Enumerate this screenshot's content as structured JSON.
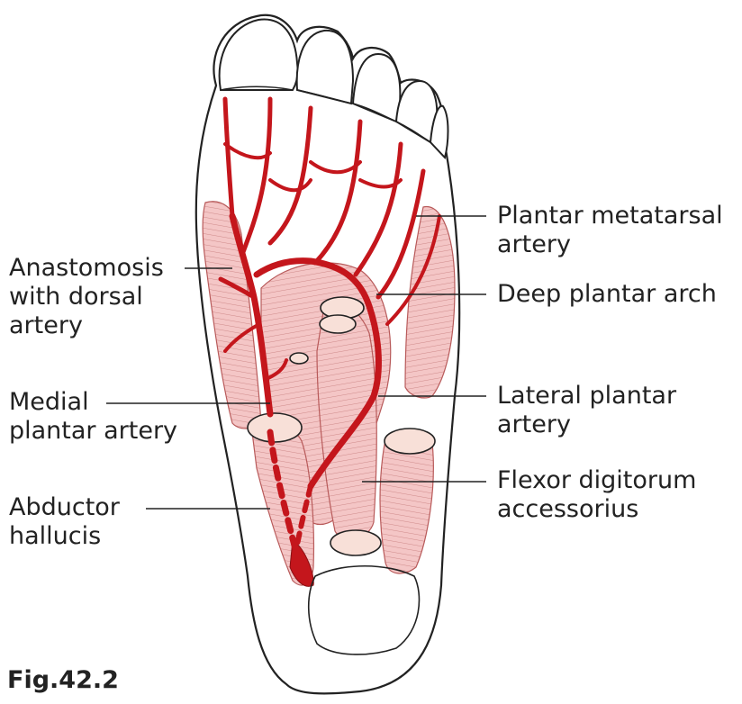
{
  "figure": {
    "caption": "Fig.42.2"
  },
  "labels": {
    "plantar_metatarsal_artery": {
      "line1": "Plantar metatarsal",
      "line2": "artery"
    },
    "anastomosis": {
      "line1": "Anastomosis",
      "line2": "with dorsal",
      "line3": "artery"
    },
    "deep_plantar_arch": {
      "line1": "Deep plantar arch"
    },
    "medial_plantar_artery": {
      "line1": "Medial",
      "line2": "plantar artery"
    },
    "lateral_plantar_artery": {
      "line1": "Lateral plantar",
      "line2": "artery"
    },
    "flexor_digitorum_accessorius": {
      "line1": "Flexor digitorum",
      "line2": "accessorius"
    },
    "abductor_hallucis": {
      "line1": "Abductor",
      "line2": "hallucis"
    }
  },
  "colors": {
    "artery": "#c4161c",
    "muscle_fill": "#f4c6c6",
    "muscle_stroke": "#b85a5a",
    "tendon_end": "#f8e0d8",
    "outline": "#222222"
  }
}
